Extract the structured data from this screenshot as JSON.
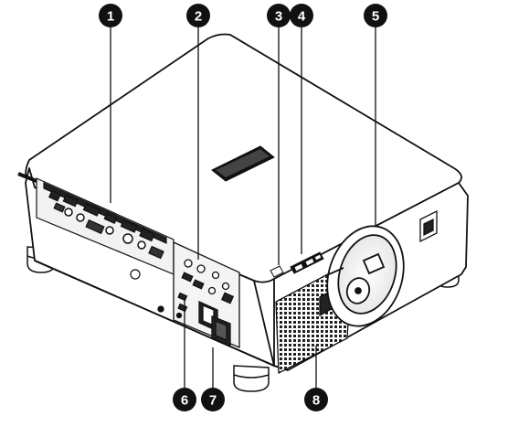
{
  "callouts": [
    {
      "label": "1"
    },
    {
      "label": "2"
    },
    {
      "label": "3"
    },
    {
      "label": "4"
    },
    {
      "label": "5"
    },
    {
      "label": "6"
    },
    {
      "label": "7"
    },
    {
      "label": "8"
    }
  ],
  "colors": {
    "outline": "#111111",
    "body": "#ffffff",
    "shade": "#d9d9d9",
    "callout_fill": "#111111",
    "callout_text": "#ffffff"
  }
}
